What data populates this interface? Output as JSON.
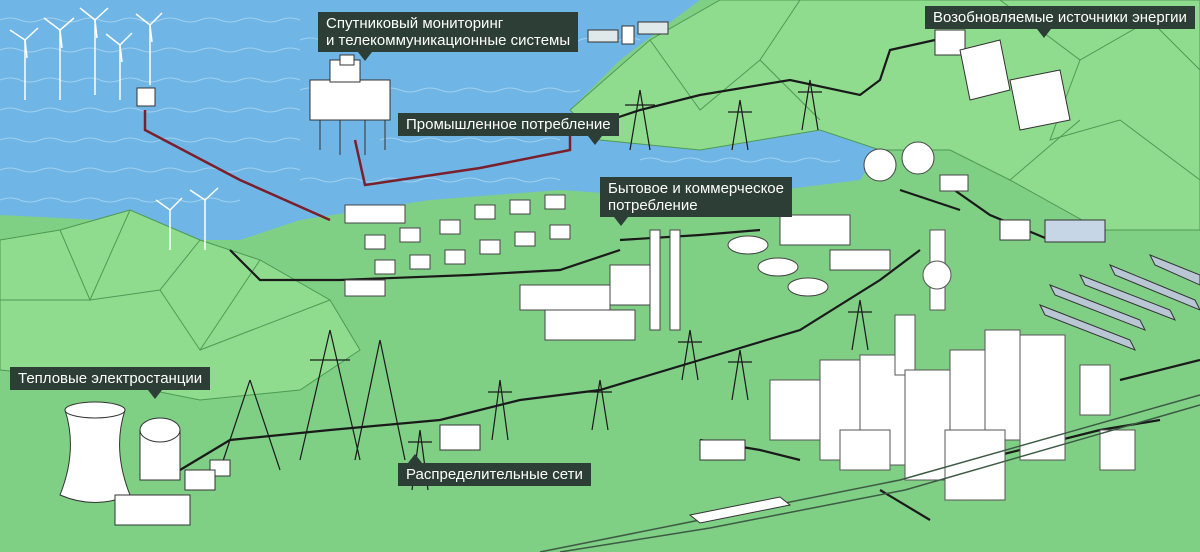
{
  "labels": {
    "satellite_line1": "Спутниковый мониторинг",
    "satellite_line2": "и телекоммуникационные системы",
    "renewable": "Возобновляемые источники энергии",
    "industrial": "Промышленное потребление",
    "domestic_line1": "Бытовое и коммерческое",
    "domestic_line2": "потребление",
    "thermal": "Тепловые электростанции",
    "distribution": "Распределительные сети"
  },
  "colors": {
    "sea": "#6fb6e6",
    "land": "#7fcf85",
    "mountain": "#8fdc8f",
    "building": "#ffffff",
    "cable": "#7a1f2b",
    "grid_line": "#1a1a1a",
    "callout_bg": "#2c3e36"
  },
  "icons": [
    "wind-turbine-icon",
    "satellite-icon",
    "oil-platform-icon",
    "power-tower-icon",
    "cooling-tower-icon",
    "dam-icon",
    "solar-panel-icon",
    "house-icon",
    "train-icon"
  ]
}
